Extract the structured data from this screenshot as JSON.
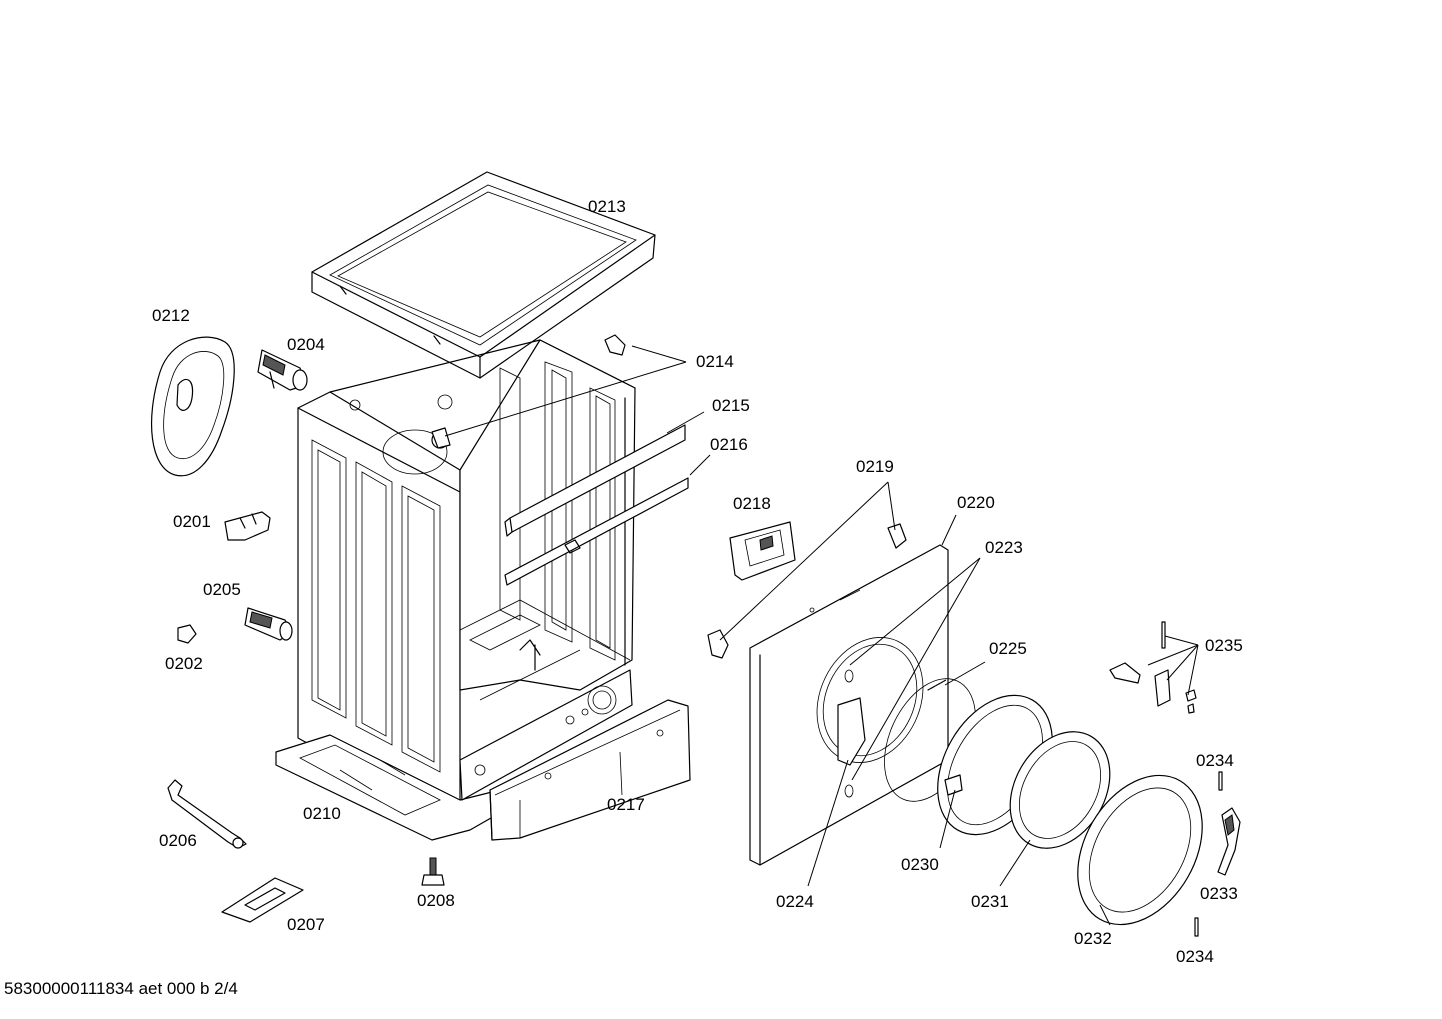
{
  "document_code": "58300000111834 aet 000 b 2/4",
  "parts": [
    {
      "id": "p0213",
      "label": "0213"
    },
    {
      "id": "p0212",
      "label": "0212"
    },
    {
      "id": "p0204",
      "label": "0204"
    },
    {
      "id": "p0214",
      "label": "0214"
    },
    {
      "id": "p0215",
      "label": "0215"
    },
    {
      "id": "p0216",
      "label": "0216"
    },
    {
      "id": "p0201",
      "label": "0201"
    },
    {
      "id": "p0205",
      "label": "0205"
    },
    {
      "id": "p0202",
      "label": "0202"
    },
    {
      "id": "p0219",
      "label": "0219"
    },
    {
      "id": "p0218",
      "label": "0218"
    },
    {
      "id": "p0220",
      "label": "0220"
    },
    {
      "id": "p0223",
      "label": "0223"
    },
    {
      "id": "p0225",
      "label": "0225"
    },
    {
      "id": "p0235",
      "label": "0235"
    },
    {
      "id": "p0234a",
      "label": "0234"
    },
    {
      "id": "p0206",
      "label": "0206"
    },
    {
      "id": "p0210",
      "label": "0210"
    },
    {
      "id": "p0217",
      "label": "0217"
    },
    {
      "id": "p0230",
      "label": "0230"
    },
    {
      "id": "p0233",
      "label": "0233"
    },
    {
      "id": "p0208",
      "label": "0208"
    },
    {
      "id": "p0224",
      "label": "0224"
    },
    {
      "id": "p0231",
      "label": "0231"
    },
    {
      "id": "p0207",
      "label": "0207"
    },
    {
      "id": "p0232",
      "label": "0232"
    },
    {
      "id": "p0234b",
      "label": "0234"
    }
  ]
}
